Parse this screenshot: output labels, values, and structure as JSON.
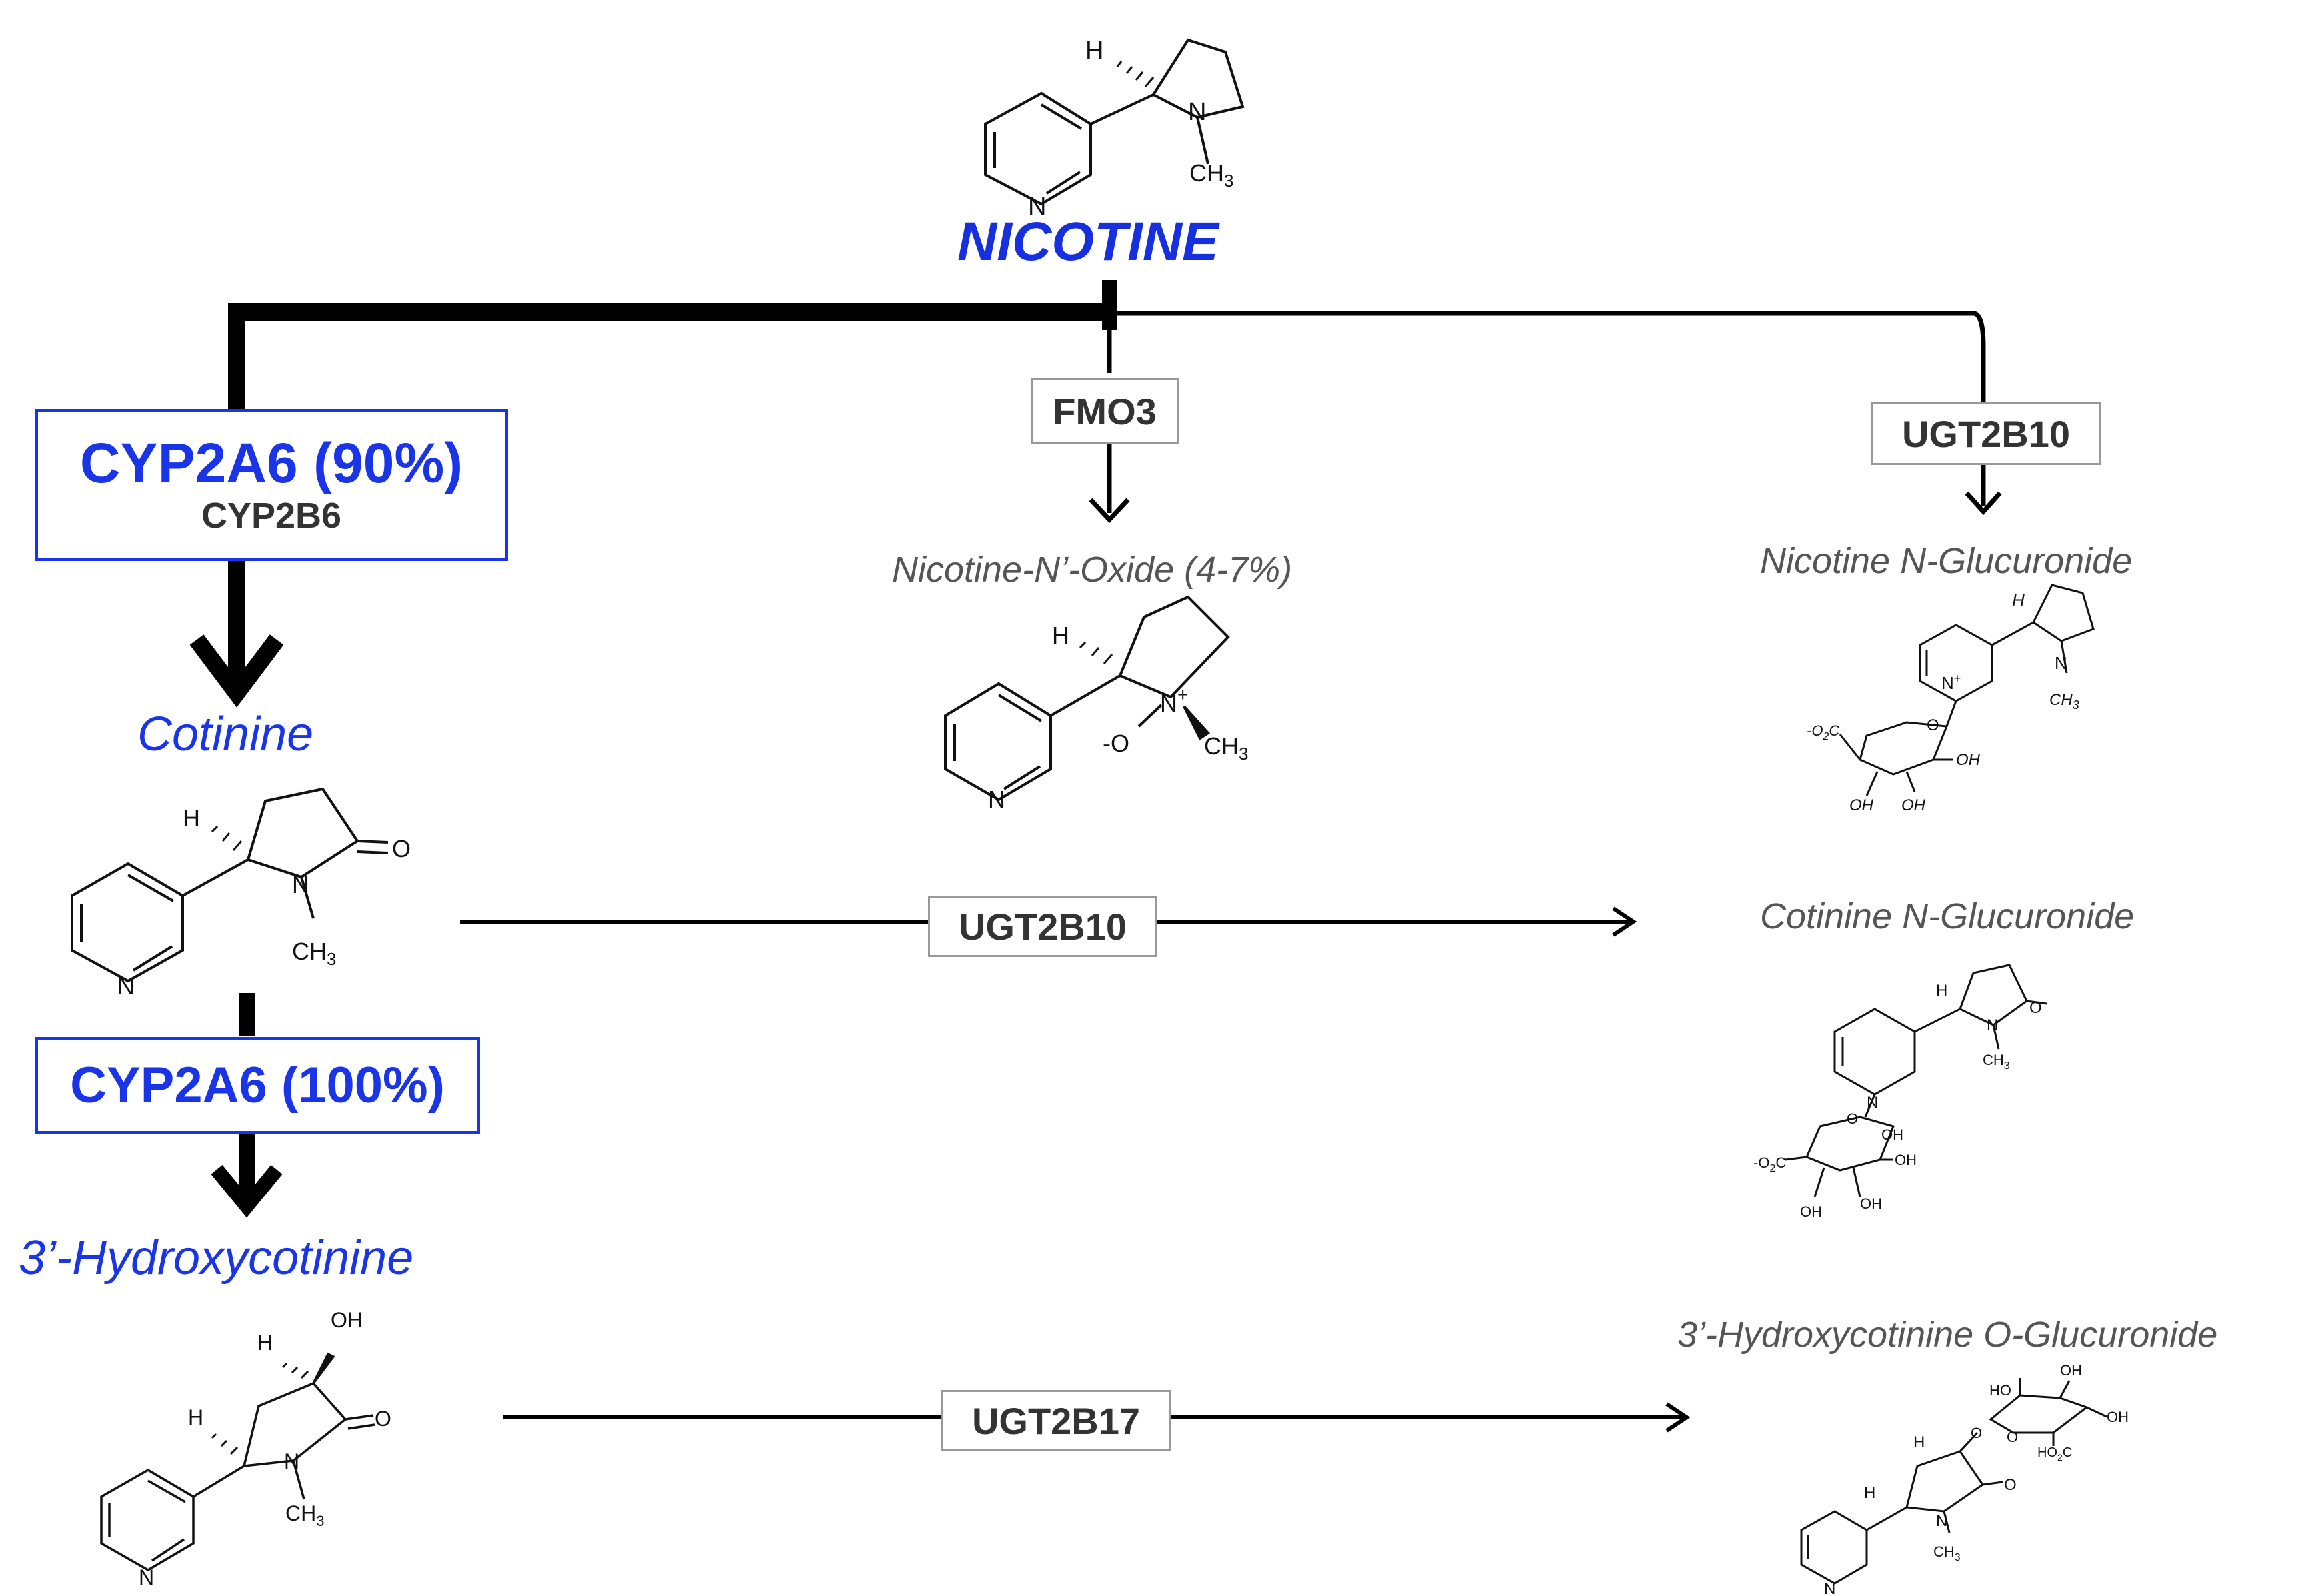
{
  "substrate": {
    "name": "NICOTINE"
  },
  "enzymes": {
    "cyp2a6_main": "CYP2A6 (90%)",
    "cyp2b6": "CYP2B6",
    "fmo3": "FMO3",
    "ugt2b10_top": "UGT2B10",
    "ugt2b10_mid": "UGT2B10",
    "cyp2a6_second": "CYP2A6 (100%)",
    "ugt2b17": "UGT2B17"
  },
  "products": {
    "cotinine": "Cotinine",
    "hydroxycotinine": "3’-Hydroxycotinine",
    "nicotine_oxide": "Nicotine-N’-Oxide (4-7%)",
    "nicotine_glucuronide": "Nicotine N-Glucuronide",
    "cotinine_glucuronide": "Cotinine N-Glucuronide",
    "hydroxycotinine_glucuronide": "3’-Hydroxycotinine O-Glucuronide"
  },
  "atoms": {
    "H": "H",
    "N": "N",
    "CH3": "CH",
    "sub3": "3",
    "O": "O",
    "OH": "OH",
    "Nplus": "+",
    "Ominus": "-O",
    "CO2": "-O",
    "CO2b": "C",
    "sub2": "2",
    "HO": "HO",
    "HO2C": "HO",
    "HO2Cb": "C"
  },
  "colors": {
    "accent_blue": "#1a35e8",
    "enzyme_box_border": "#999999",
    "text_gray": "#555555"
  }
}
